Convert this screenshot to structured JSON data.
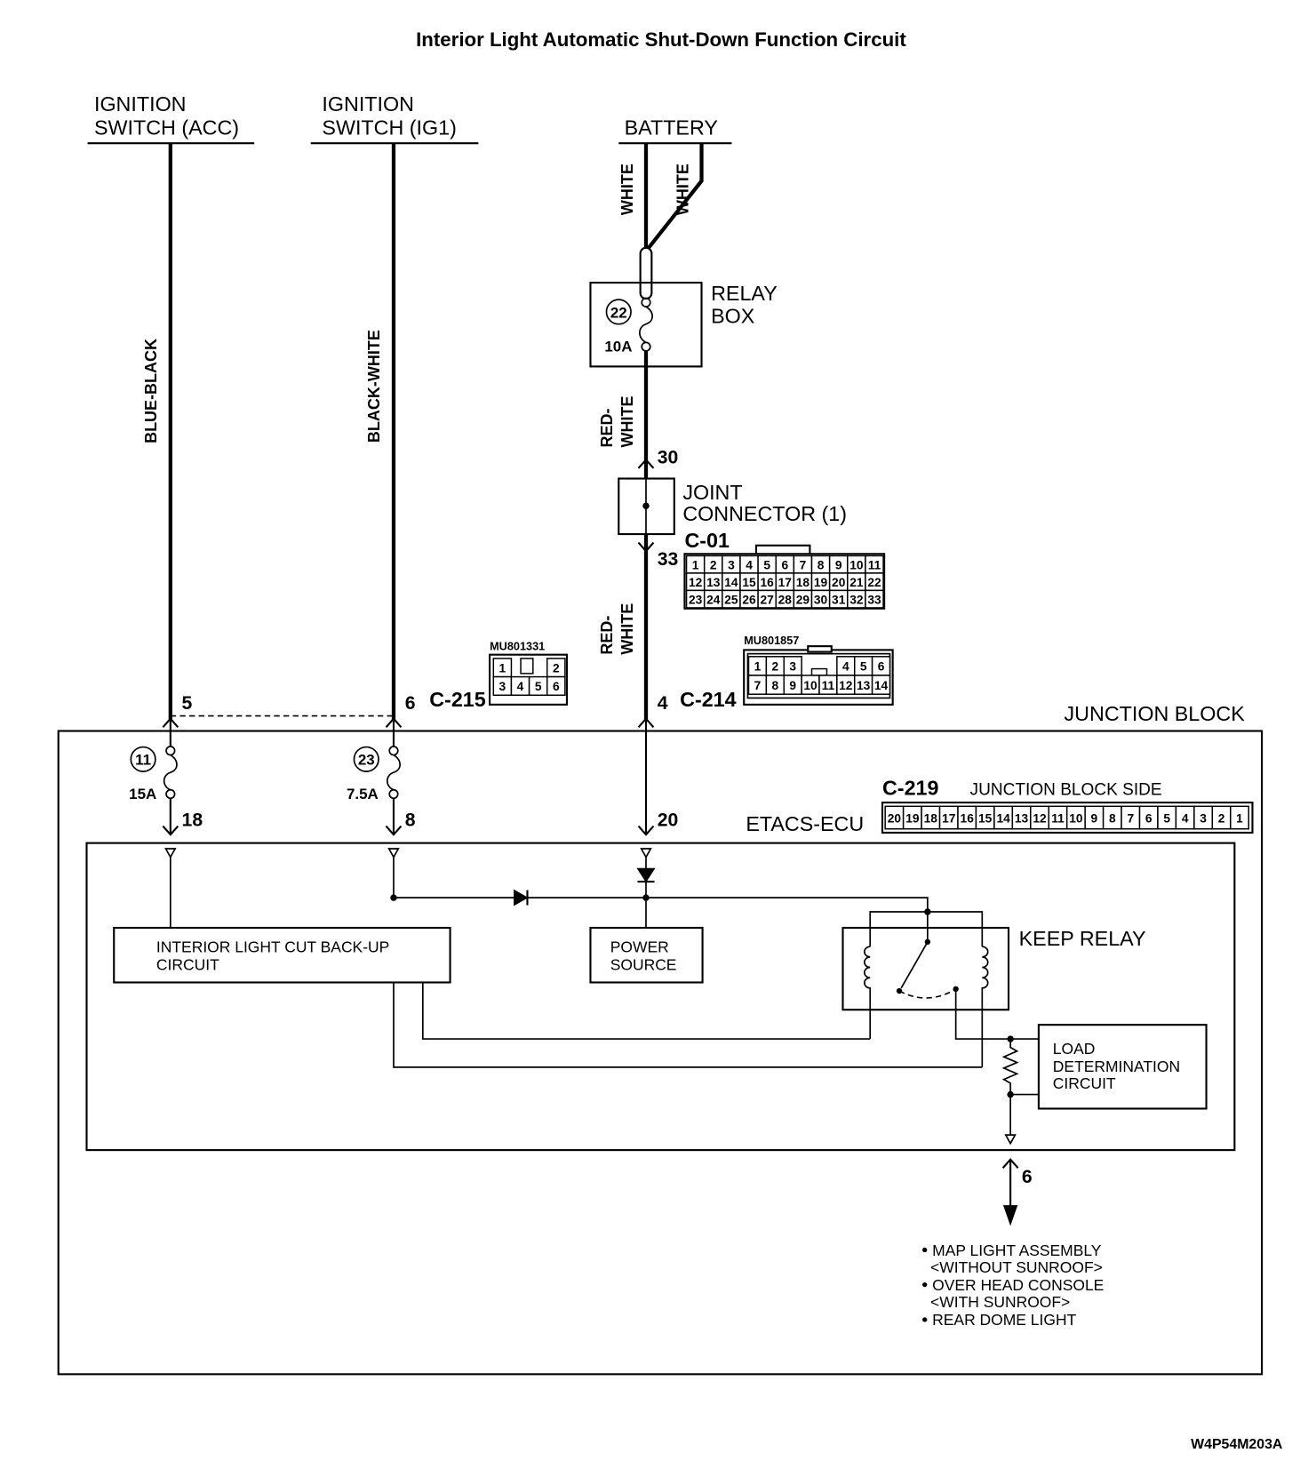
{
  "title": "Interior Light Automatic Shut-Down Function Circuit",
  "power_sources": {
    "ignition_acc": {
      "line1": "IGNITION",
      "line2": "SWITCH (ACC)"
    },
    "ignition_ig1": {
      "line1": "IGNITION",
      "line2": "SWITCH (IG1)"
    },
    "battery": "BATTERY"
  },
  "wire_colors": {
    "acc": "BLUE-BLACK",
    "ig1": "BLACK-WHITE",
    "battery_left": "WHITE",
    "battery_right": "WHITE",
    "relay_box_to_joint": {
      "line1": "RED-",
      "line2": "WHITE"
    },
    "joint_to_junction_block": {
      "line1": "RED-",
      "line2": "WHITE"
    }
  },
  "relay_box": {
    "line1": "RELAY",
    "line2": "BOX",
    "fuse_number": "22",
    "fuse_rating": "10A"
  },
  "joint_connector": {
    "line1": "JOINT",
    "line2": "CONNECTOR (1)",
    "pin_in": "30",
    "pin_out": "33"
  },
  "connectors": {
    "c01": {
      "id": "C-01",
      "rows": [
        [
          "1",
          "2",
          "3",
          "4",
          "5",
          "6",
          "7",
          "8",
          "9",
          "10",
          "11"
        ],
        [
          "12",
          "13",
          "14",
          "15",
          "16",
          "17",
          "18",
          "19",
          "20",
          "21",
          "22"
        ],
        [
          "23",
          "24",
          "25",
          "26",
          "27",
          "28",
          "29",
          "30",
          "31",
          "32",
          "33"
        ]
      ]
    },
    "c214": {
      "id": "C-214",
      "part_number": "MU801857",
      "pin": "4",
      "rows": [
        [
          "1",
          "2",
          "3",
          null,
          null,
          "4",
          "5",
          "6"
        ],
        [
          "7",
          "8",
          "9",
          "10",
          "11",
          "12",
          "13",
          "14"
        ]
      ]
    },
    "c215": {
      "id": "C-215",
      "part_number": "MU801331",
      "pin_acc": "5",
      "pin_ig1": "6",
      "rows": [
        [
          "1",
          null,
          null,
          "2"
        ],
        [
          "3",
          "4",
          "5",
          "6"
        ]
      ]
    },
    "c219": {
      "id": "C-219",
      "side_label": "JUNCTION BLOCK SIDE",
      "rows": [
        [
          "20",
          "19",
          "18",
          "17",
          "16",
          "15",
          "14",
          "13",
          "12",
          "11",
          "10",
          "9",
          "8",
          "7",
          "6",
          "5",
          "4",
          "3",
          "2",
          "1"
        ]
      ]
    }
  },
  "junction_block": {
    "label": "JUNCTION BLOCK",
    "fuse_acc": {
      "number": "11",
      "rating": "15A",
      "pin": "18"
    },
    "fuse_ig1": {
      "number": "23",
      "rating": "7.5A",
      "pin": "8"
    },
    "battery_pin": "20"
  },
  "etacs_ecu": {
    "label": "ETACS-ECU",
    "backup_circuit": {
      "line1": "INTERIOR LIGHT CUT BACK-UP",
      "line2": "CIRCUIT"
    },
    "power_source": {
      "line1": "POWER",
      "line2": "SOURCE"
    },
    "keep_relay": "KEEP RELAY",
    "load_determination": {
      "line1": "LOAD",
      "line2": "DETERMINATION",
      "line3": "CIRCUIT"
    },
    "output_pin": "6"
  },
  "loads": [
    {
      "name": "MAP LIGHT ASSEMBLY",
      "condition": "<WITHOUT SUNROOF>"
    },
    {
      "name": "OVER HEAD CONSOLE",
      "condition": "<WITH SUNROOF>"
    },
    {
      "name": "REAR DOME LIGHT"
    }
  ],
  "figure_code": "W4P54M203A"
}
